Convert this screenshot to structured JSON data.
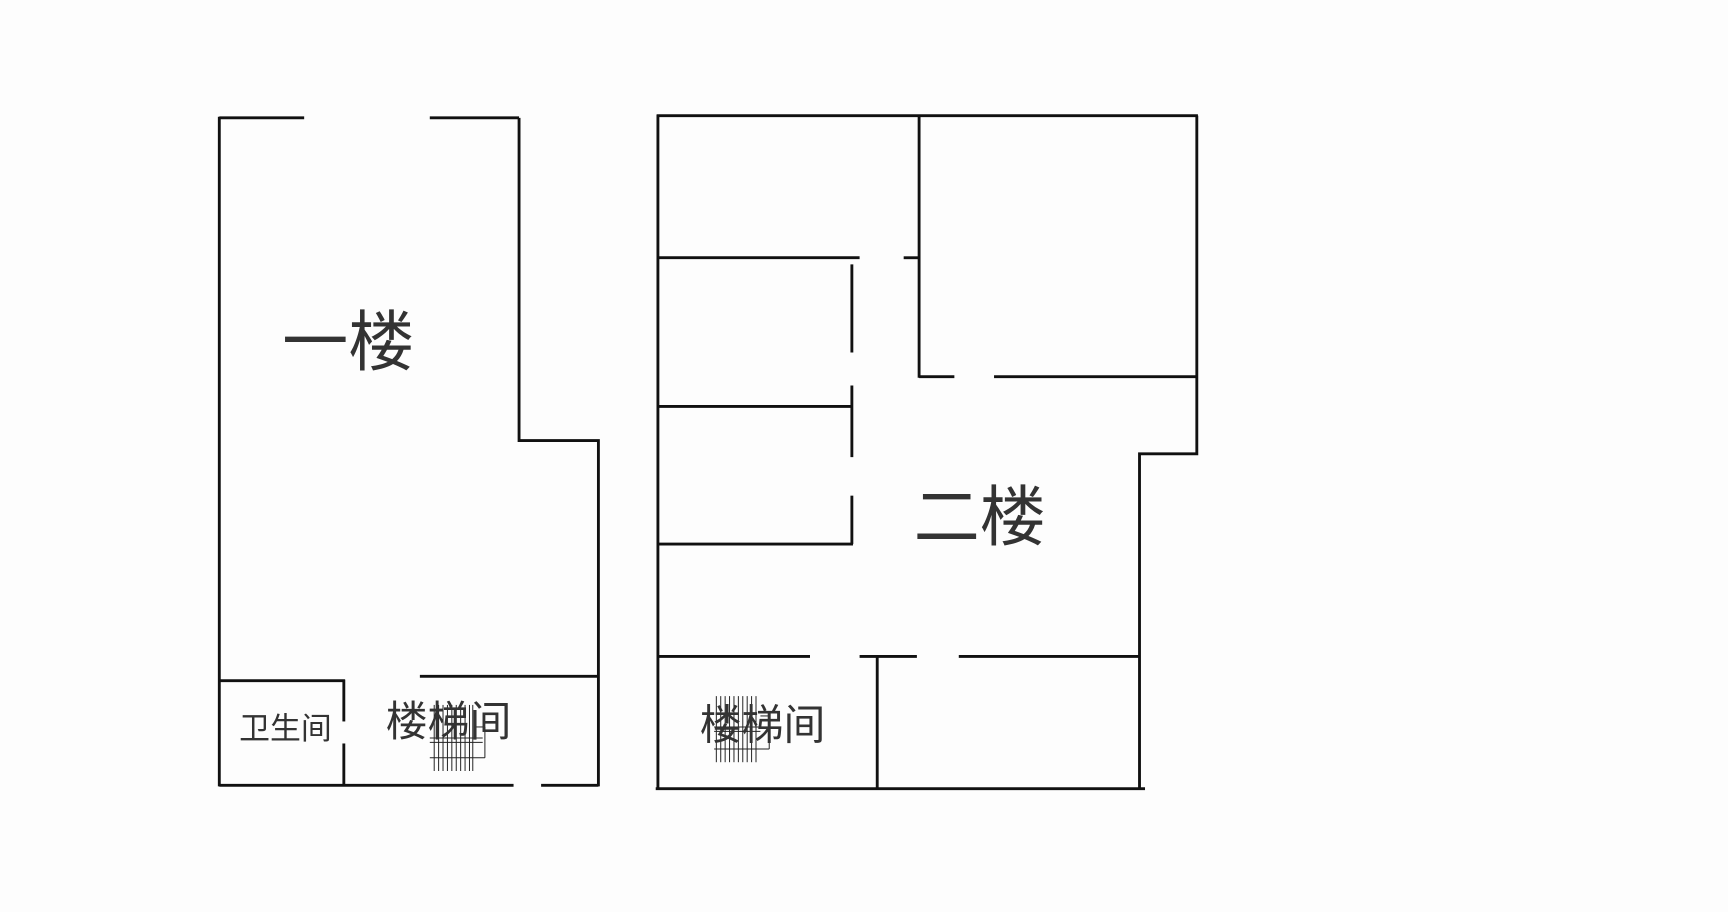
{
  "floor1": {
    "title": "一楼",
    "bathroom": "卫生间",
    "stairwell": "楼梯间"
  },
  "floor2": {
    "title": "二楼",
    "stairwell": "楼梯间"
  },
  "colors": {
    "wall": "#111111",
    "text": "#333333",
    "background": "#fdfdfd"
  }
}
